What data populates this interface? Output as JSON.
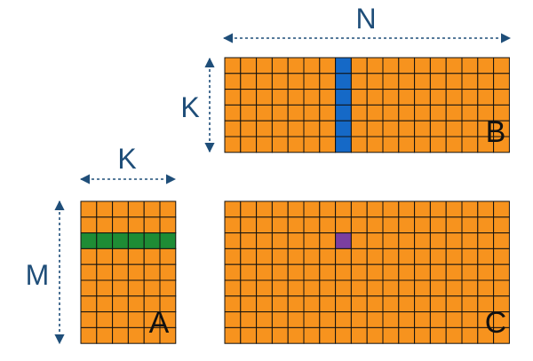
{
  "diagram": {
    "colors": {
      "cell": "#F7931E",
      "grid_line": "#111111",
      "highlight_row_a": "#1E8C35",
      "highlight_col_b": "#1569C7",
      "highlight_cell_c": "#7B3FA0",
      "dimension": "#1F4E79",
      "matrix_label": "#111111"
    },
    "matrices": {
      "a": {
        "label": "A",
        "rows": 9,
        "cols": 6,
        "highlight_row_index": 2
      },
      "b": {
        "label": "B",
        "rows": 6,
        "cols": 18,
        "highlight_col_index": 7
      },
      "c": {
        "label": "C",
        "rows": 9,
        "cols": 18,
        "highlight_cell": {
          "row": 2,
          "col": 7
        }
      }
    },
    "dimensions": {
      "n": "N",
      "k_b": "K",
      "k_a": "K",
      "m": "M"
    }
  }
}
